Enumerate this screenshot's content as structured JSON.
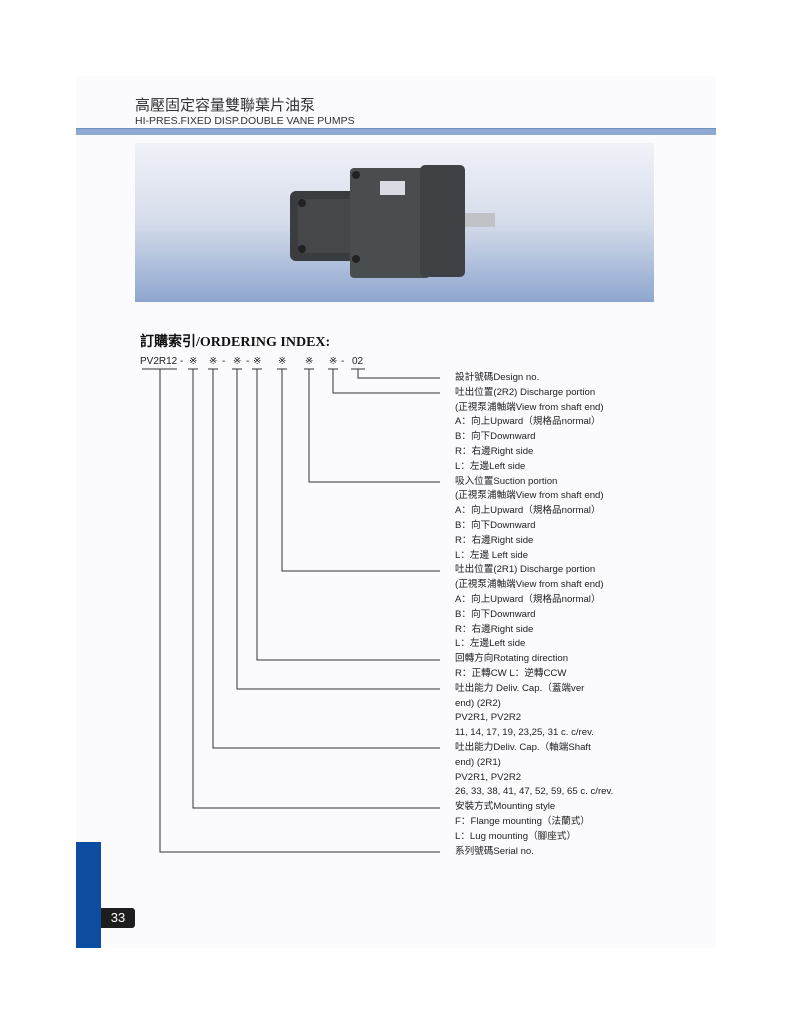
{
  "header": {
    "title_cn": "高壓固定容量雙聯葉片油泵",
    "title_en": "HI-PRES.FIXED DISP.DOUBLE VANE PUMPS"
  },
  "section_title": "訂購索引/ORDERING INDEX:",
  "code": {
    "prefix": "PV2R12",
    "parts": [
      "-",
      "※",
      "※",
      "-",
      "※",
      "-",
      "※",
      "※",
      "※",
      "※",
      "-",
      "02"
    ]
  },
  "descriptions": [
    "設計號碼Design no.",
    "吐出位置(2R2) Discharge portion",
    "(正視泵浦軸端View from shaft end)",
    "A：向上Upward（規格品normal）",
    "B：向下Downward",
    "R：右邊Right side",
    "L：左邊Left side",
    "吸入位置Suction portion",
    "(正視泵浦軸端View from shaft end)",
    "A：向上Upward（規格品normal）",
    "B：向下Downward",
    "R：右邊Right side",
    "L：左邊 Left side",
    "吐出位置(2R1) Discharge portion",
    "(正視泵浦軸端View from shaft end)",
    "A：向上Upward（規格品normal）",
    "B：向下Downward",
    "R：右邊Right side",
    "L：左邊Left side",
    "回轉方向Rotating direction",
    "R：正轉CW  L：逆轉CCW",
    "吐出能力 Deliv. Cap.（蓋端ver",
    "end) (2R2)",
    "PV2R1, PV2R2",
    "11, 14, 17, 19, 23,25, 31  c. c/rev.",
    "吐出能力Deliv. Cap.（軸端Shaft",
    "end) (2R1)",
    "PV2R1, PV2R2",
    "26, 33, 38, 41, 47, 52, 59, 65  c. c/rev.",
    "安裝方式Mounting style",
    "F：Flange mounting（法蘭式）",
    "L：Lug mounting（腳座式）",
    "系列號碼Serial no."
  ],
  "page_number": "33",
  "colors": {
    "rule": "#8eaad0",
    "side_bar": "#0c4da2"
  }
}
